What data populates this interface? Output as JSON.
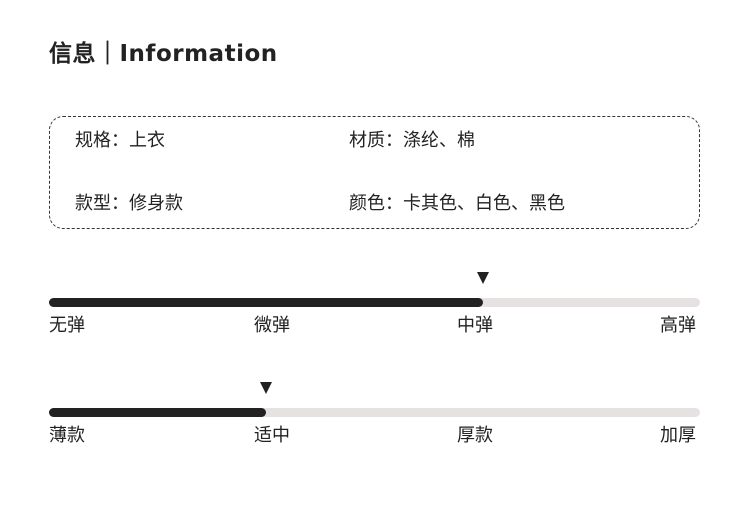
{
  "title": "信息｜Information",
  "info": {
    "style": "规格：上衣",
    "material": "材质：涤纶、棉",
    "fit": "款型：修身款",
    "colors": "颜色：卡其色、白色、黑色"
  },
  "scales": [
    {
      "labels": [
        "无弹",
        "微弹",
        "中弹",
        "高弹"
      ],
      "selected": "中弹",
      "level_fraction": 0.6667
    },
    {
      "labels": [
        "薄款",
        "适中",
        "厚款",
        "加厚"
      ],
      "selected": "适中",
      "level_fraction": 0.3333
    }
  ],
  "colors": {
    "fill": "#222222",
    "track": "#e6e2e2",
    "border": "#333333"
  }
}
